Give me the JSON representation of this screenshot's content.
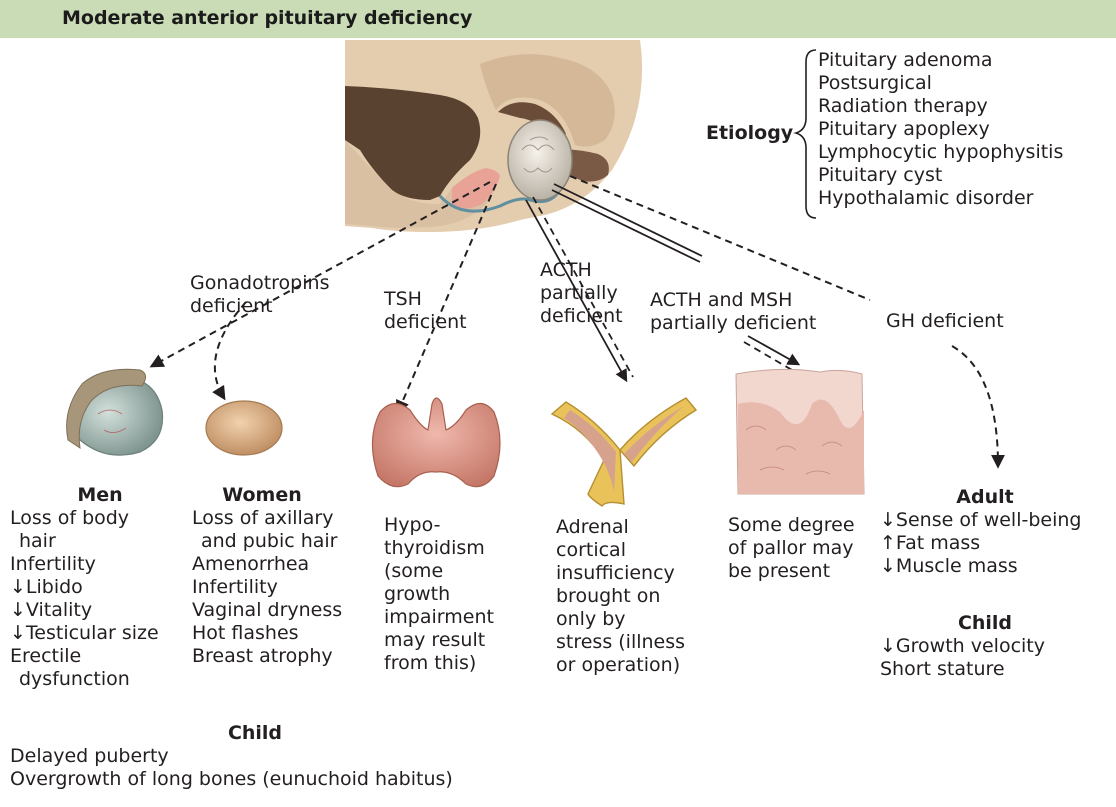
{
  "header": {
    "title": "Moderate anterior pituitary deficiency"
  },
  "etiology": {
    "label": "Etiology",
    "items": [
      "Pituitary adenoma",
      "Postsurgical",
      "Radiation therapy",
      "Pituitary apoplexy",
      "Lymphocytic hypophysitis",
      "Pituitary cyst",
      "Hypothalamic disorder"
    ]
  },
  "pathways": {
    "gonadotropins": "Gonadotropins\ndeficient",
    "tsh": "TSH\ndeficient",
    "acth": "ACTH\npartially\ndeficient",
    "acth_msh": "ACTH and MSH\npartially deficient",
    "gh": "GH deficient"
  },
  "men": {
    "heading": "Men",
    "items": [
      "Loss of body",
      " hair",
      "Infertility",
      "↓Libido",
      "↓Vitality",
      "↓Testicular size",
      "Erectile",
      " dysfunction"
    ]
  },
  "women": {
    "heading": "Women",
    "items": [
      "Loss of axillary",
      " and pubic hair",
      "Amenorrhea",
      "Infertility",
      "Vaginal dryness",
      "Hot flashes",
      "Breast atrophy"
    ]
  },
  "thyroid_text": [
    "Hypo-",
    "thyroidism",
    "(some",
    "growth",
    "impairment",
    "may result",
    "from this)"
  ],
  "adrenal_text": [
    "Adrenal",
    "cortical",
    "insufficiency",
    "brought on",
    "only by",
    "stress (illness",
    "or operation)"
  ],
  "skin_text": [
    "Some degree",
    "of pallor may",
    "be present"
  ],
  "gh_adult": {
    "heading": "Adult",
    "items": [
      "↓Sense of well-being",
      "↑Fat mass",
      "↓Muscle mass"
    ]
  },
  "gh_child": {
    "heading": "Child",
    "items": [
      "↓Growth velocity",
      "Short stature"
    ]
  },
  "gonad_child": {
    "heading": "Child",
    "items": [
      "Delayed puberty",
      "Overgrowth of long bones (eunuchoid habitus)"
    ]
  },
  "colors": {
    "header_bg": "#c9dcb6",
    "testis": "#9fb1ad",
    "ovary": "#d9b48c",
    "thyroid": "#d9968a",
    "adrenal_outer": "#e9c35a",
    "adrenal_inner": "#d7a28c",
    "skin": "#e8b9ad"
  }
}
